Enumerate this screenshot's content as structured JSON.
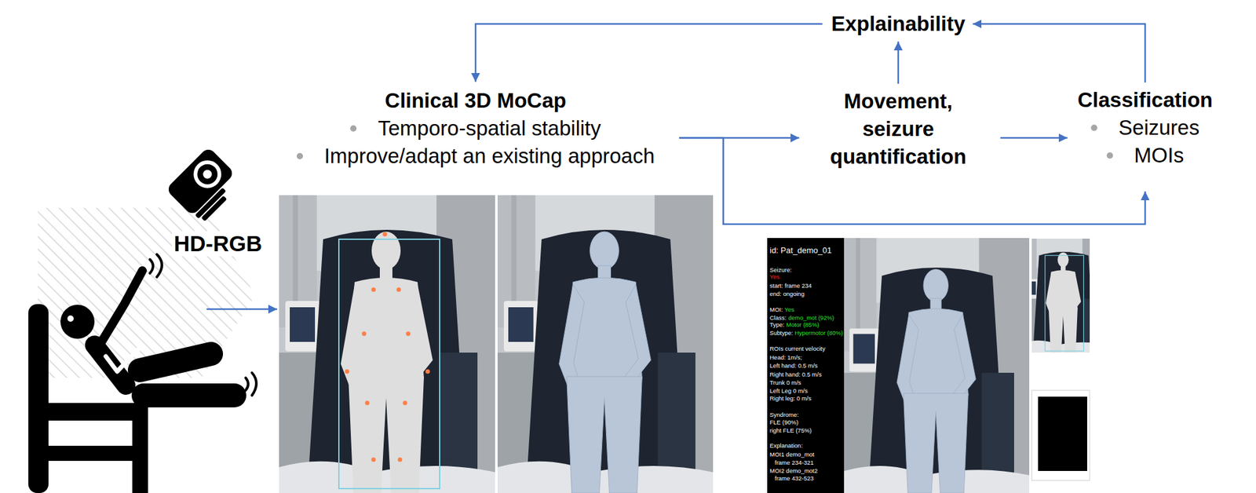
{
  "diagram": {
    "nodes": [
      {
        "text": [
          "Explainability"
        ]
      },
      {
        "text": [
          "Clinical 3D MoCap",
          "Temporo-spatial stability",
          "Improve/adapt an existing approach"
        ]
      },
      {
        "text": [
          "Movement, seizure quantification"
        ]
      },
      {
        "text": [
          "Classification",
          "Seizures",
          "MOIs"
        ]
      }
    ],
    "edges": [
      {
        "from": 0,
        "to": 1,
        "arrow": "to"
      },
      {
        "from": 1,
        "to": 2,
        "arrow": "to"
      },
      {
        "from": 1,
        "to": 3,
        "arrow": "to"
      },
      {
        "from": 2,
        "to": 3,
        "arrow": "to"
      },
      {
        "from": 2,
        "to": 0,
        "arrow": "to"
      },
      {
        "from": 3,
        "to": 0,
        "arrow": "to"
      }
    ],
    "labels": [
      "HD-RGB",
      "id: Pat_demo_01",
      "Seizure:",
      "Yes",
      "start: frame 234",
      "end: ongoing",
      "MOI:",
      "Yes",
      "Class:",
      "demo_mot (92%)",
      "Type:",
      "Motor (85%)",
      "Subtype:",
      "Hypermotor (80%)",
      "ROIs current velocity",
      "Head: 1m/s;",
      "Left hand: 0.5 m/s",
      "Right hand: 0.5 m/s",
      "Trunk 0 m/s",
      "Left Leg 0 m/s",
      "Right leg: 0 m/s",
      "Syndrome:",
      "FLE (90%)",
      "right FLE (75%)",
      "Explanation:",
      "MOI1 demo_mot",
      "frame 234-321",
      "MOI2 demo_mot2",
      "frame 432-523"
    ]
  }
}
